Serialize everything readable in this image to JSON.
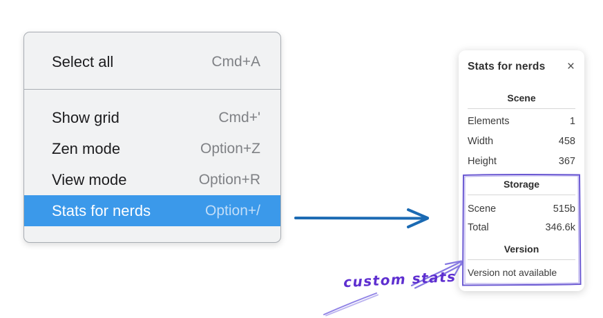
{
  "menu": {
    "sections": [
      {
        "items": [
          {
            "label": "Select all",
            "shortcut": "Cmd+A",
            "selected": false
          }
        ]
      },
      {
        "items": [
          {
            "label": "Show grid",
            "shortcut": "Cmd+'",
            "selected": false
          },
          {
            "label": "Zen mode",
            "shortcut": "Option+Z",
            "selected": false
          },
          {
            "label": "View mode",
            "shortcut": "Option+R",
            "selected": false
          },
          {
            "label": "Stats for nerds",
            "shortcut": "Option+/",
            "selected": true
          }
        ]
      }
    ]
  },
  "stats_panel": {
    "title": "Stats for nerds",
    "close_icon": "×",
    "sections": [
      {
        "heading": "Scene",
        "rows": [
          {
            "label": "Elements",
            "value": "1"
          },
          {
            "label": "Width",
            "value": "458"
          },
          {
            "label": "Height",
            "value": "367"
          }
        ]
      },
      {
        "heading": "Storage",
        "rows": [
          {
            "label": "Scene",
            "value": "515b"
          },
          {
            "label": "Total",
            "value": "346.6k"
          }
        ]
      },
      {
        "heading": "Version",
        "note": "Version not available"
      }
    ]
  },
  "annotation": {
    "label": "custom stats"
  },
  "colors": {
    "menu_background": "#f1f2f3",
    "menu_border": "#a7acb2",
    "highlight_blue": "#3b99ea",
    "shortcut_gray": "#7f8185",
    "arrow_blue": "#1b6ab3",
    "annotation_violet": "#6a58d2",
    "annotation_text_violet": "#5e2fd0"
  }
}
